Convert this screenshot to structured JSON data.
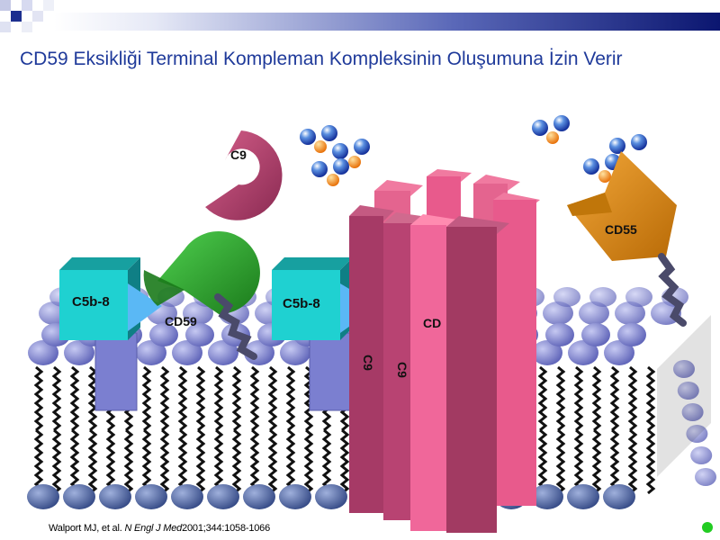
{
  "slide": {
    "title": "CD59 Eksikliği Terminal Kompleman Kompleksinin Oluşumuna İzin Verir",
    "citation": {
      "authors": "Walport MJ, et al.",
      "journal": "N Engl J Med",
      "ref": "2001;344:1058-1066"
    }
  },
  "labels": {
    "c9_free": "C9",
    "c5b8_left": "C5b-8",
    "cd59": "CD59",
    "c5b8_mid": "C5b-8",
    "cd_pore": "CD",
    "c9_rod1": "C9",
    "c9_rod2": "C9",
    "cd55": "CD55"
  },
  "colors": {
    "title": "#1f3a9a",
    "c5b8": "#1fc9c9",
    "cd59": "#2aa12a",
    "c9": "#b8406a",
    "pore": "#e85a8c",
    "cd55": "#e08a12",
    "lipid_head": "#8d92d8",
    "nav_dot": "#22cc22"
  }
}
